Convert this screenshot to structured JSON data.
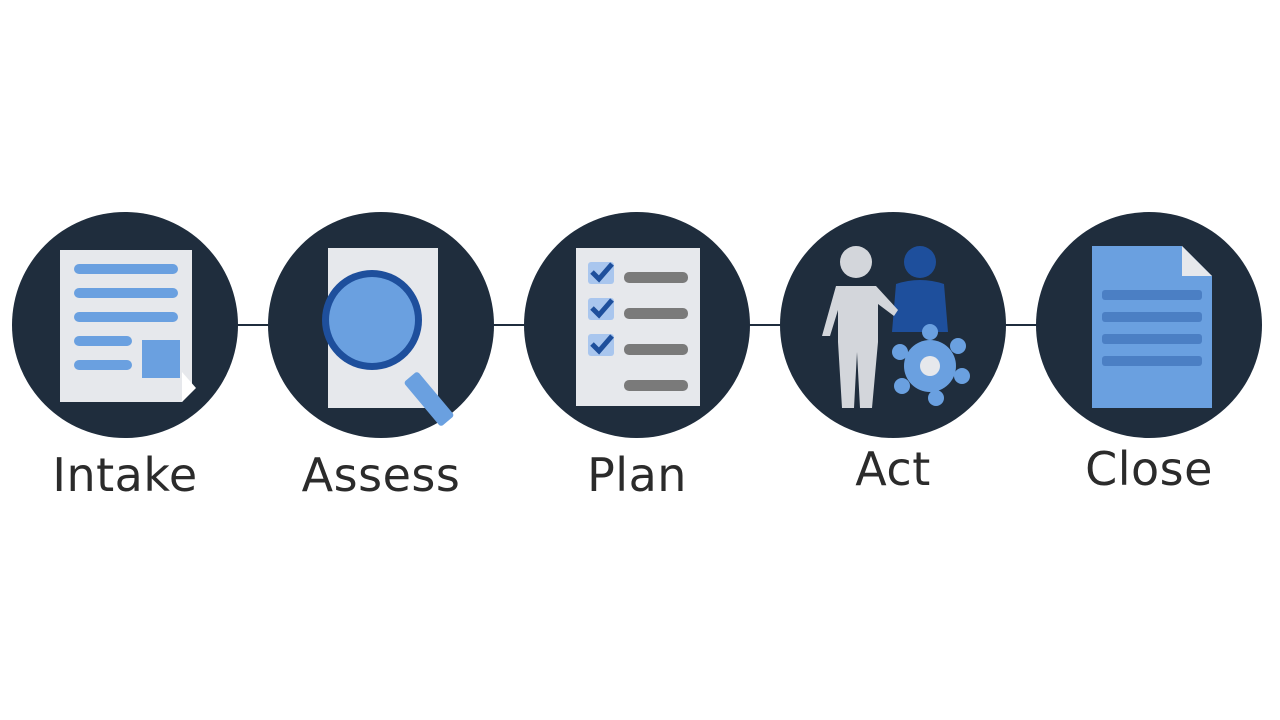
{
  "diagram": {
    "colors": {
      "disc": "#1f2d3d",
      "accent_blue": "#6aa0e0",
      "deep_blue": "#1e4f9c",
      "paper": "#e6e8ec",
      "gray_bar": "#7a7a7a",
      "label_text": "#2b2b2b"
    },
    "steps": [
      {
        "label": "Intake",
        "icon": "form-document-icon"
      },
      {
        "label": "Assess",
        "icon": "magnifier-document-icon"
      },
      {
        "label": "Plan",
        "icon": "checklist-icon"
      },
      {
        "label": "Act",
        "icon": "people-gear-icon"
      },
      {
        "label": "Close",
        "icon": "closed-document-icon"
      }
    ]
  }
}
